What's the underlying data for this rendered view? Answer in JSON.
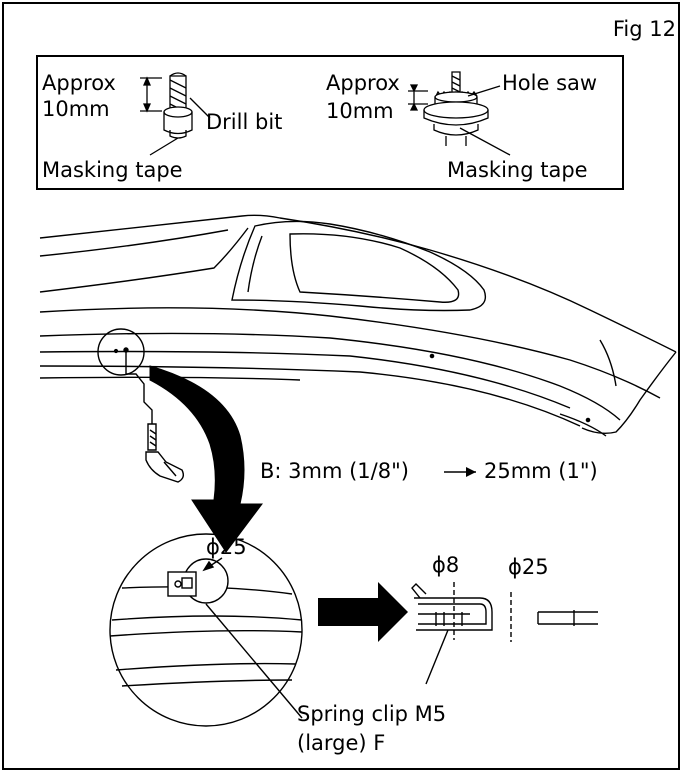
{
  "figure": {
    "number_label": "Fig 12"
  },
  "drill_detail": {
    "approx_label": "Approx",
    "size_label": "10mm",
    "tool_label": "Drill bit",
    "tape_label": "Masking tape"
  },
  "holesaw_detail": {
    "approx_label": "Approx",
    "size_label": "10mm",
    "tool_label": "Hole saw",
    "tape_label": "Masking tape"
  },
  "step_text": "B: 3mm (1/8\")",
  "result_text": "25mm (1\")",
  "callout": {
    "hole_diameter": "ϕ25",
    "part_label_line1": "Spring clip M5",
    "part_label_line2": "(large) F"
  },
  "section": {
    "clip_diameter": "ϕ8",
    "hole_diameter": "ϕ25"
  },
  "colors": {
    "line": "#000000",
    "background": "#ffffff"
  }
}
